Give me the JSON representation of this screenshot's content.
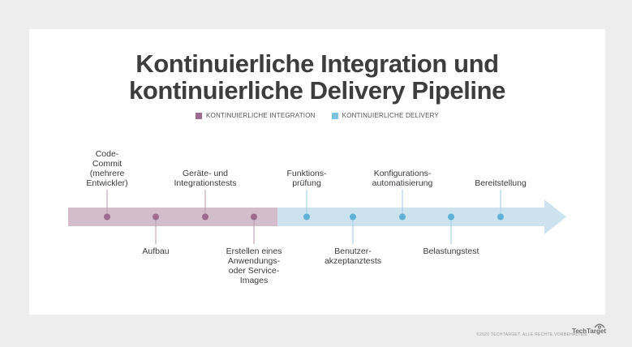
{
  "title_line1": "Kontinuierliche Integration und",
  "title_line2": "kontinuierliche Delivery Pipeline",
  "legend": {
    "ci": "KONTINUIERLICHE INTEGRATION",
    "cd": "KONTINUIERLICHE DELIVERY"
  },
  "colors": {
    "ci_band": "#d3bccc",
    "ci_dot": "#9e6a8f",
    "cd_band": "#cce3ef",
    "cd_dot": "#5fb1d5",
    "background": "#ededed"
  },
  "steps": [
    {
      "label": "Code-\nCommit\n(mehrere\nEntwickler)",
      "phase": "ci",
      "side": "above"
    },
    {
      "label": "Aufbau",
      "phase": "ci",
      "side": "below"
    },
    {
      "label": "Geräte- und\nIntegrationstests",
      "phase": "ci",
      "side": "above"
    },
    {
      "label": "Erstellen eines\nAnwendungs-\noder Service-\nImages",
      "phase": "ci",
      "side": "below"
    },
    {
      "label": "Funktions-\nprüfung",
      "phase": "cd",
      "side": "above"
    },
    {
      "label": "Benutzer-\nakzeptanztests",
      "phase": "cd",
      "side": "below"
    },
    {
      "label": "Konfigurations-\nautomatisierung",
      "phase": "cd",
      "side": "above"
    },
    {
      "label": "Belastungstest",
      "phase": "cd",
      "side": "below"
    },
    {
      "label": "Bereitstellung",
      "phase": "cd",
      "side": "above"
    }
  ],
  "footer": "©2020 TECHTARGET. ALLE RECHTE VORBEHALTEN.",
  "brand": "TechTarget"
}
